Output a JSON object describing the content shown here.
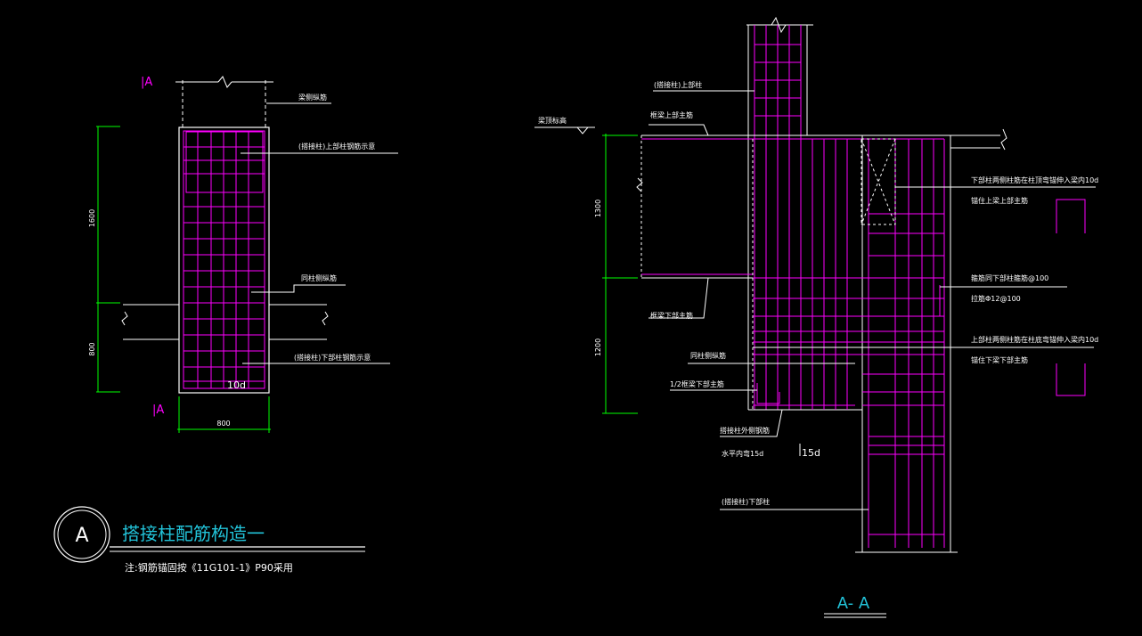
{
  "left_section": {
    "cut_label_top": "|A",
    "cut_label_bottom": "|A",
    "label_beam_side": "梁侧纵筋",
    "label_upper_col": "(搭接柱)上部柱钢筋示意",
    "label_same_col": "同柱侧纵筋",
    "label_lower_col": "(搭接柱)下部柱钢筋示意",
    "dim_10d": "10d",
    "dim_1600": "1600",
    "dim_800v": "800",
    "dim_800h": "800"
  },
  "title_block": {
    "circle_letter": "A",
    "title": "搭接柱配筋构造一",
    "note": "注:钢筋锚固按《11G101-1》P90采用"
  },
  "right_section": {
    "label_upper_col": "(搭接柱)上部柱",
    "label_beam_top_elev": "梁顶标高",
    "label_frame_beam_top": "框梁上部主筋",
    "label_anchor_top_1": "下部柱两侧柱筋在柱顶弯锚伸入梁内10d",
    "label_anchor_top_2": "锚住上梁上部主筋",
    "label_stirrup": "箍筋同下部柱箍筋@100",
    "label_tie": "拉筋Φ12@100",
    "label_frame_beam_bottom": "框梁下部主筋",
    "label_anchor_bot_1": "上部柱两侧柱筋在柱底弯锚伸入梁内10d",
    "label_anchor_bot_2": "锚住下梁下部主筋",
    "label_same_col": "同柱侧纵筋",
    "label_half_beam": "1/2框梁下部主筋",
    "label_outer_side_1": "搭接柱外侧钢筋",
    "label_outer_side_2": "水平内弯15d",
    "dim_15d": "15d",
    "label_lower_col": "(搭接柱)下部柱",
    "dim_1300": "1300",
    "dim_1200": "1200",
    "section_title": "A- A"
  },
  "colors": {
    "rebar": "#ff00ff",
    "concrete": "#ffffff",
    "dimension": "#00ff00",
    "title": "#22c3d9"
  }
}
